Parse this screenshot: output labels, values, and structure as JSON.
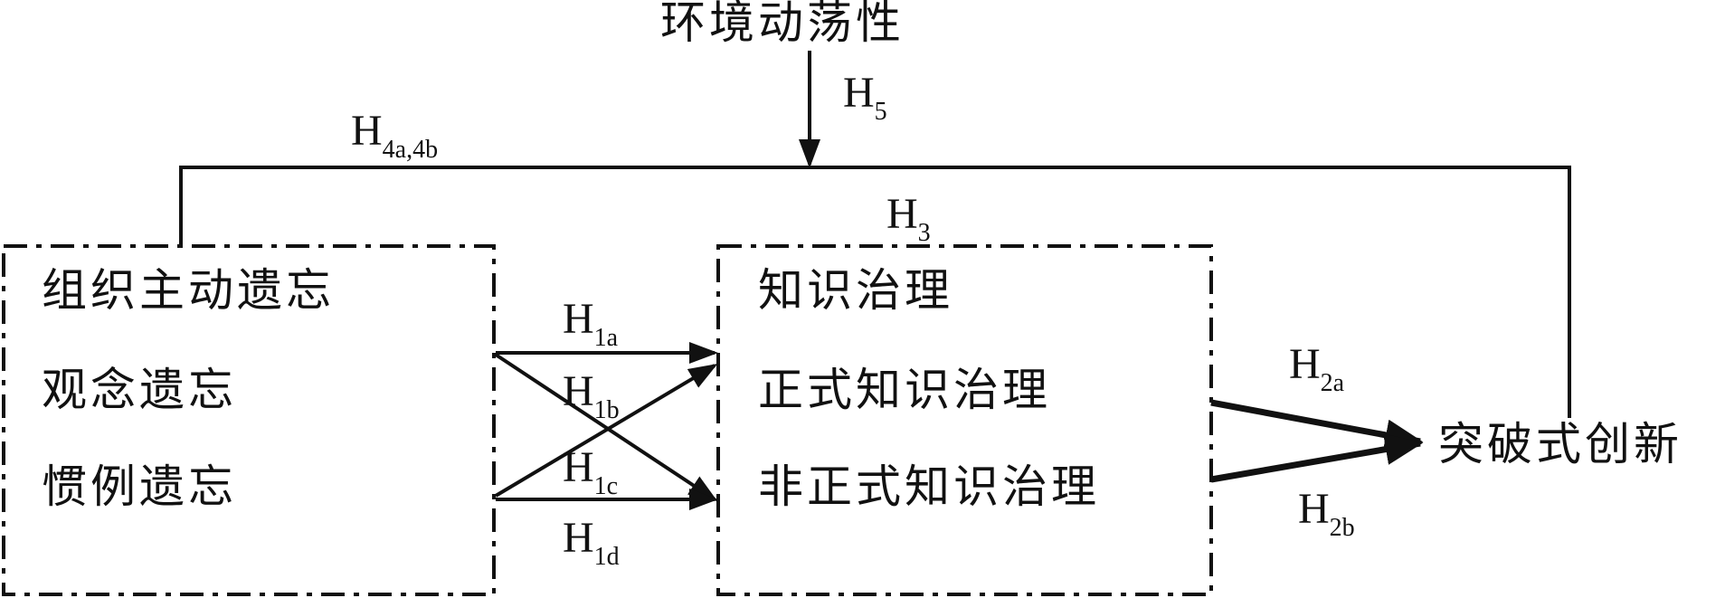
{
  "moderator": "环境动荡性",
  "left_box": {
    "title": "组织主动遗忘",
    "items": [
      "观念遗忘",
      "惯例遗忘"
    ]
  },
  "middle_box": {
    "title": "知识治理",
    "items": [
      "正式知识治理",
      "非正式知识治理"
    ]
  },
  "outcome": "突破式创新",
  "hypotheses": {
    "h5": {
      "main": "H",
      "sub": "5"
    },
    "h4ab": {
      "main": "H",
      "sub": "4a,4b"
    },
    "h3": {
      "main": "H",
      "sub": "3"
    },
    "h1a": {
      "main": "H",
      "sub": "1a"
    },
    "h1b": {
      "main": "H",
      "sub": "1b"
    },
    "h1c": {
      "main": "H",
      "sub": "1c"
    },
    "h1d": {
      "main": "H",
      "sub": "1d"
    },
    "h2a": {
      "main": "H",
      "sub": "2a"
    },
    "h2b": {
      "main": "H",
      "sub": "2b"
    }
  }
}
